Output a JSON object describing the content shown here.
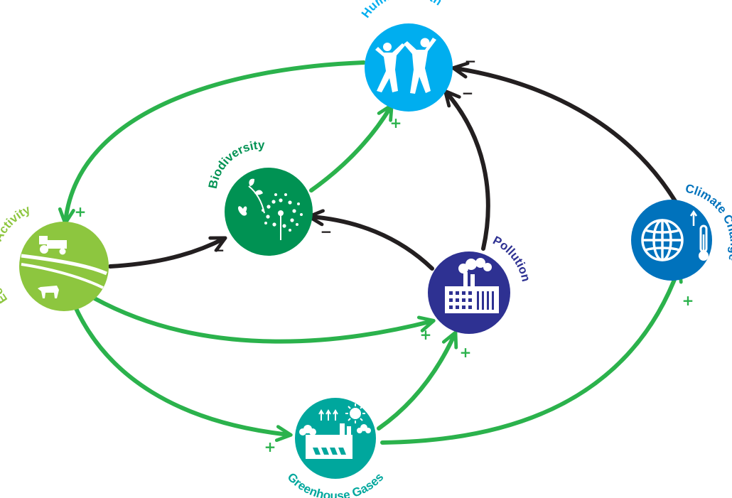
{
  "colors": {
    "positive_arrow": "#2bb24c",
    "negative_arrow": "#231f20",
    "human_health": "#00aeef",
    "biodiversity": "#009253",
    "economic_activity": "#8dc63f",
    "pollution": "#2e3192",
    "climate_change": "#0072bc",
    "greenhouse_gases": "#00a79d"
  },
  "nodes": {
    "human_health": {
      "label": "Human Health",
      "icon": "people-jumping-icon"
    },
    "biodiversity": {
      "label": "Biodiversity",
      "icon": "butterfly-dandelion-icon"
    },
    "economic_activity": {
      "label": "Economic Activity",
      "icon": "tractor-cow-icon"
    },
    "pollution": {
      "label": "Pollution",
      "icon": "factory-smoke-icon"
    },
    "climate_change": {
      "label": "Climate Change",
      "icon": "globe-thermometer-icon"
    },
    "greenhouse_gases": {
      "label": "Greenhouse Gases",
      "icon": "factory-sun-icon"
    }
  },
  "links": [
    {
      "from": "human_health",
      "to": "economic_activity",
      "sign": "+"
    },
    {
      "from": "economic_activity",
      "to": "biodiversity",
      "sign": "−"
    },
    {
      "from": "biodiversity",
      "to": "human_health",
      "sign": "+"
    },
    {
      "from": "pollution",
      "to": "biodiversity",
      "sign": "−"
    },
    {
      "from": "pollution",
      "to": "human_health",
      "sign": "−"
    },
    {
      "from": "climate_change",
      "to": "human_health",
      "sign": "−"
    },
    {
      "from": "economic_activity",
      "to": "pollution",
      "sign": "+"
    },
    {
      "from": "economic_activity",
      "to": "greenhouse_gases",
      "sign": "+"
    },
    {
      "from": "greenhouse_gases",
      "to": "pollution",
      "sign": "+"
    },
    {
      "from": "greenhouse_gases",
      "to": "climate_change",
      "sign": "+"
    }
  ]
}
